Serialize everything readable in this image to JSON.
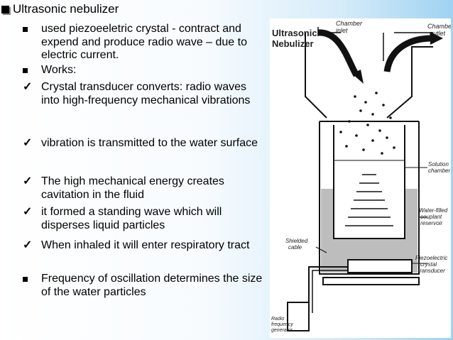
{
  "title": "Ultrasonic nebulizer",
  "bullets": [
    {
      "marker": "square",
      "text": "used piezoeeletric crystal - contract and expend and produce radio wave – due to electric current."
    },
    {
      "marker": "square",
      "text": "Works:"
    },
    {
      "marker": "check",
      "text": "Crystal transducer converts: radio waves into high-frequency mechanical vibrations"
    },
    {
      "marker": "check",
      "text": "vibration is transmitted to the water surface"
    },
    {
      "marker": "check",
      "text": "The high mechanical energy creates cavitation in the fluid"
    },
    {
      "marker": "check",
      "text": "it formed a standing wave which will disperses liquid particles"
    },
    {
      "marker": "check",
      "text": "When inhaled it will enter respiratory tract"
    },
    {
      "marker": "square",
      "text": "Frequency of oscillation determines the size of the water particles"
    }
  ],
  "diagram": {
    "heading_line1": "Ultrasonic",
    "heading_line2": "Nebulizer",
    "labels": {
      "chamber_inlet_1": "Chamber",
      "chamber_inlet_2": "inlet",
      "chamber_outlet_1": "Chamber",
      "chamber_outlet_2": "outlet",
      "solution_1": "Solution",
      "solution_2": "chamber",
      "shielded_1": "Shielded",
      "shielded_2": "cable",
      "water_1": "Water-filled",
      "water_2": "couplant",
      "water_3": "reservoir",
      "piezo_1": "Piezoelectric",
      "piezo_2": "crystal",
      "piezo_3": "transducer",
      "radio_1": "Radio",
      "radio_2": "frequency",
      "radio_3": "generator"
    }
  },
  "colors": {
    "slide_accent": "#9fd2f2",
    "text": "#000000"
  }
}
